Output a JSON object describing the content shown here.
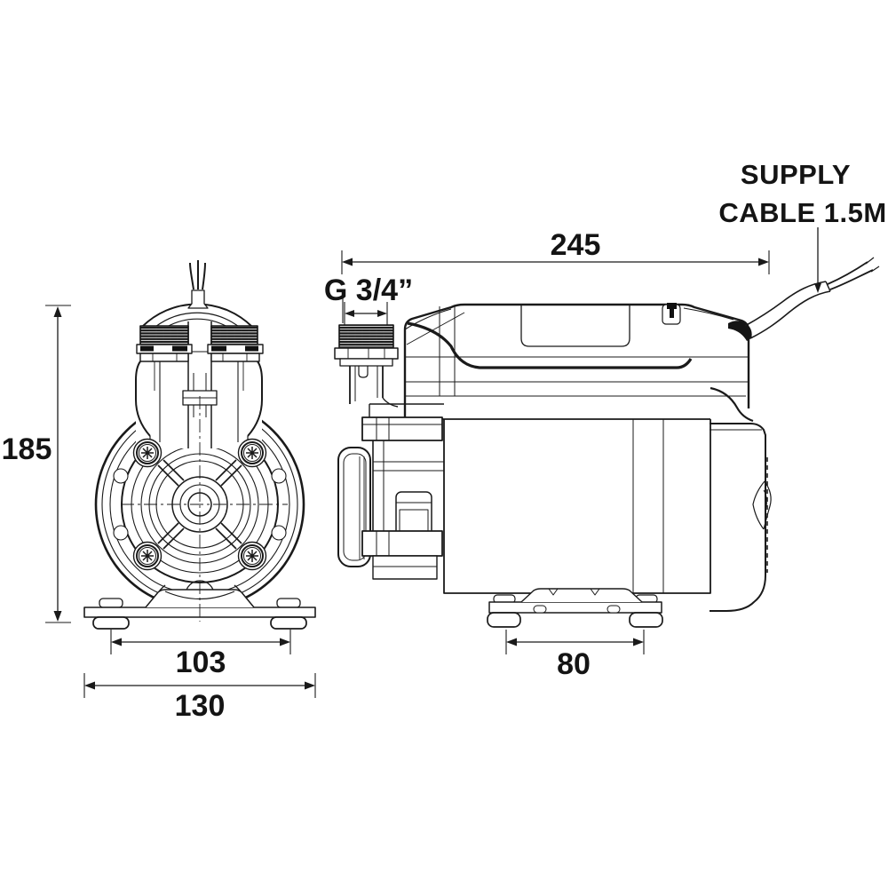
{
  "meta": {
    "description": "Technical dimension drawing of a twin shower pump: front elevation (left) and side elevation (right)",
    "background": "#ffffff",
    "line_color": "#1a1a1a"
  },
  "labels": {
    "supply_line1": "SUPPLY",
    "supply_line2": "CABLE 1.5M",
    "dim_height": "185",
    "dim_front_feet": "103",
    "dim_front_width": "130",
    "dim_side_length": "245",
    "dim_thread": "G 3/4”",
    "dim_side_feet": "80"
  }
}
